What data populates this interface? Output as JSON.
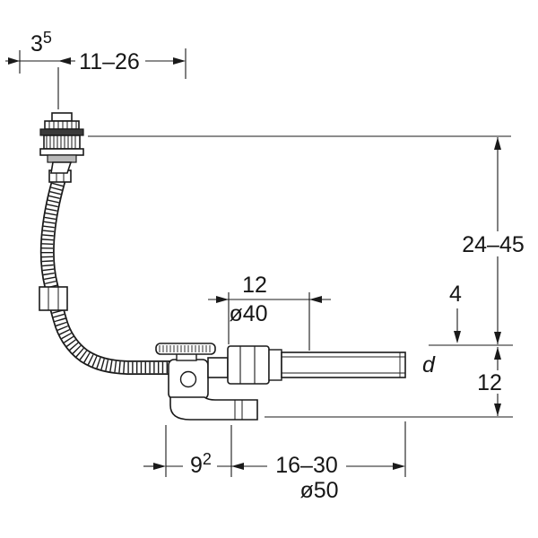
{
  "drawing": {
    "description_colors": {
      "line": "#1a1a1a",
      "background": "#ffffff"
    }
  },
  "dims": {
    "handle_offset": {
      "base": "3",
      "sup": "5"
    },
    "handle_to_drain": "11–26",
    "installation_height": "24–45",
    "plane_gap": "4",
    "nut_insert": "12",
    "pipe_dia_40": "ø40",
    "pipe_dia_d": "d",
    "outlet_drop": "12",
    "drain_offset": {
      "base": "9",
      "sup": "2"
    },
    "pipe_length": "16–30",
    "outlet_dia_50": "ø50"
  }
}
